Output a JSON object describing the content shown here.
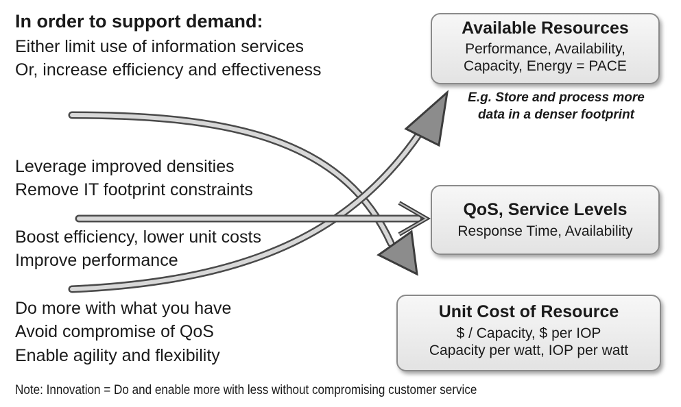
{
  "left": {
    "heading": "In order to support demand:",
    "intro": [
      "Either limit use of information services",
      "Or, increase efficiency and effectiveness"
    ],
    "group1": [
      "Leverage improved densities",
      "Remove IT footprint constraints"
    ],
    "group2": [
      "Boost efficiency, lower unit costs",
      "Improve performance"
    ],
    "group3": [
      "Do more with what you have",
      "Avoid compromise of QoS",
      "Enable agility and flexibility"
    ]
  },
  "boxes": {
    "resources": {
      "title": "Available Resources",
      "lines": [
        "Performance, Availability,",
        "Capacity, Energy = PACE"
      ]
    },
    "resources_note": [
      "E.g. Store and process more",
      "data in a denser footprint"
    ],
    "qos": {
      "title": "QoS, Service Levels",
      "lines": [
        "Response Time, Availability"
      ]
    },
    "cost": {
      "title": "Unit Cost of Resource",
      "lines": [
        "$ / Capacity, $ per IOP",
        "Capacity per watt, IOP per watt"
      ]
    }
  },
  "footnote": "Note: Innovation = Do and enable more with less without compromising customer service"
}
